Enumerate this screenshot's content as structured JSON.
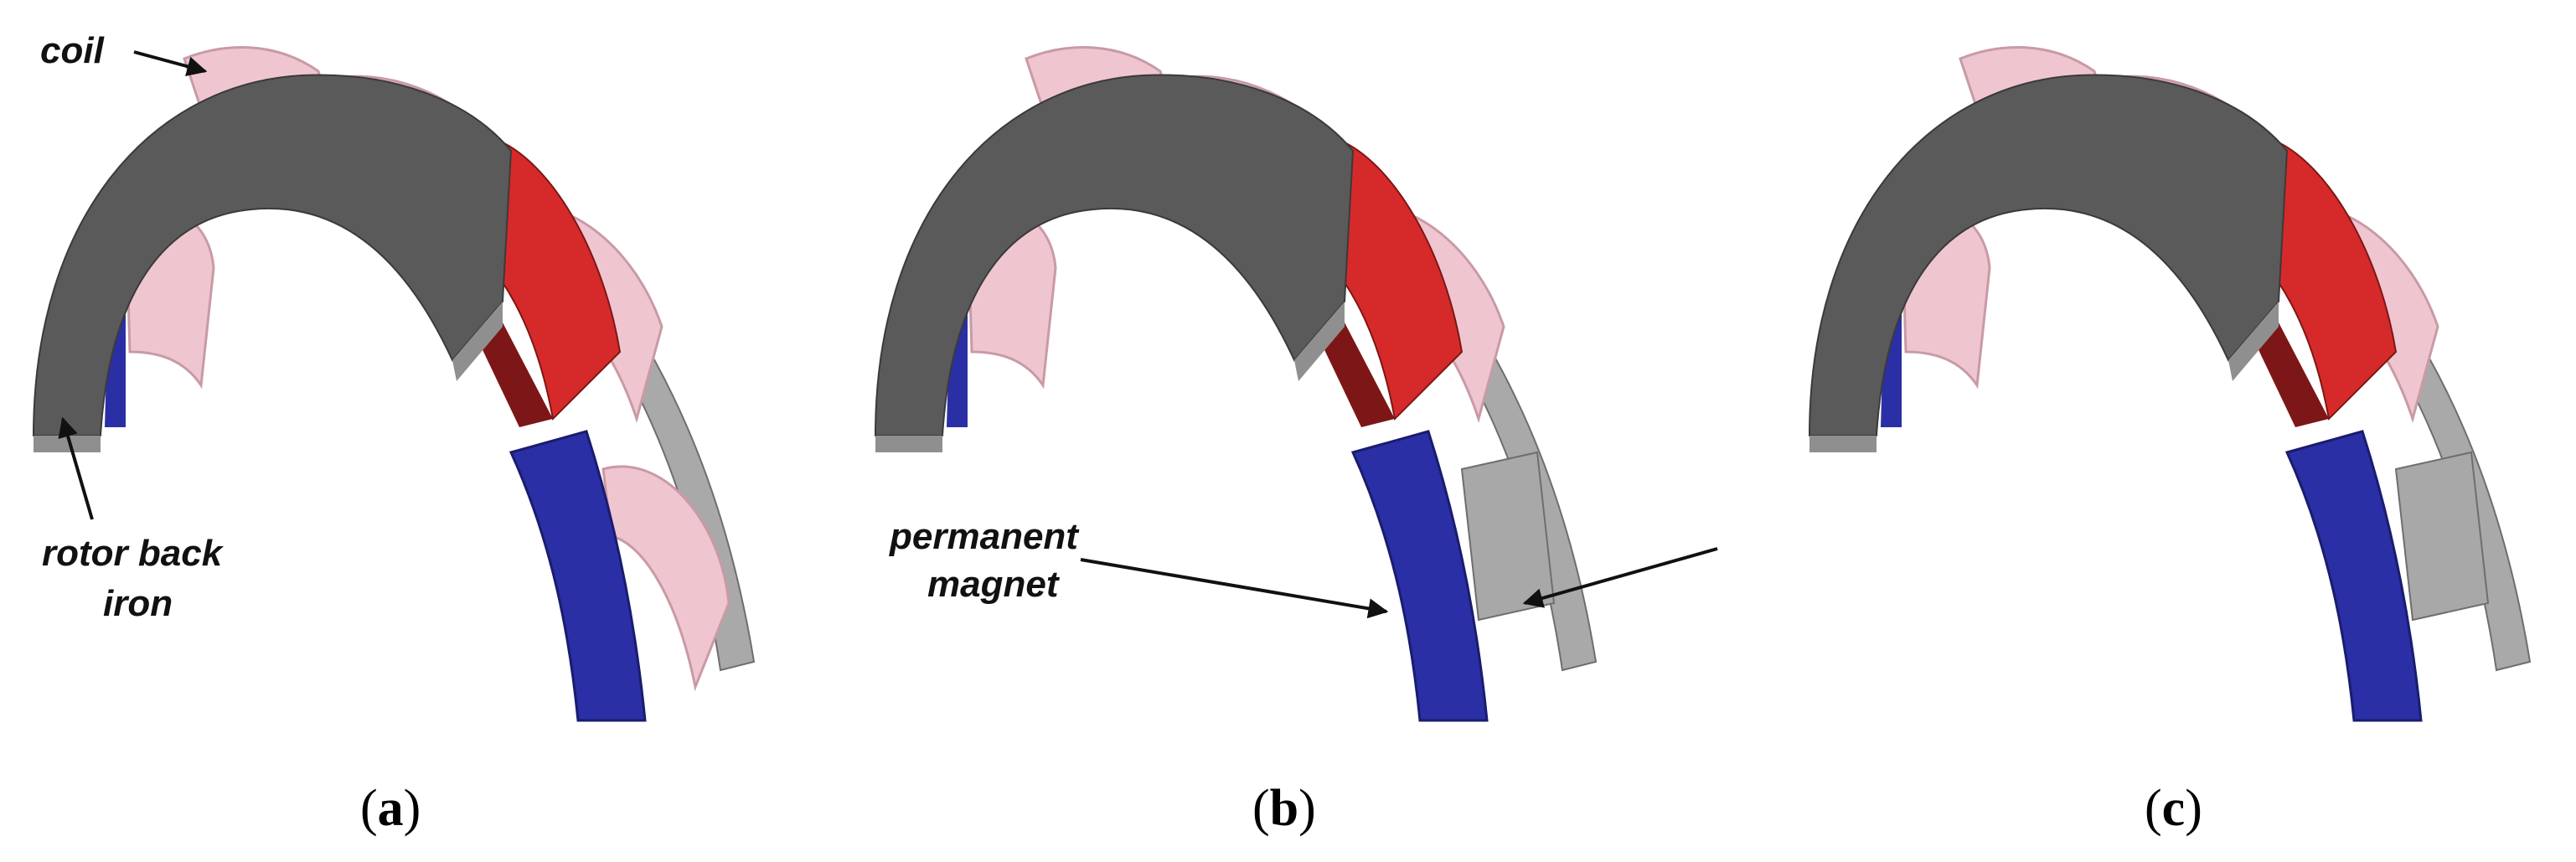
{
  "annotations": {
    "coil": "coil",
    "rotor_back_iron_line1": "rotor back",
    "rotor_back_iron_line2": "iron",
    "permanent_magnet_line1": "permanent",
    "permanent_magnet_line2": "magnet"
  },
  "subfigures": [
    {
      "letter": "a"
    },
    {
      "letter": "b"
    },
    {
      "letter": "c"
    }
  ],
  "colors": {
    "iron_top": "#5a5a5a",
    "iron_face": "#8f8f8f",
    "iron_side": "#b9b9b9",
    "coil": "#efc6cf",
    "coil_shade": "#c99aa6",
    "magnet_blue": "#2a2fa6",
    "magnet_blue_dark": "#1a1c6e",
    "magnet_red": "#d62a2a",
    "magnet_red_dark": "#7d1616",
    "spacer_gray": "#a8a8a8"
  }
}
